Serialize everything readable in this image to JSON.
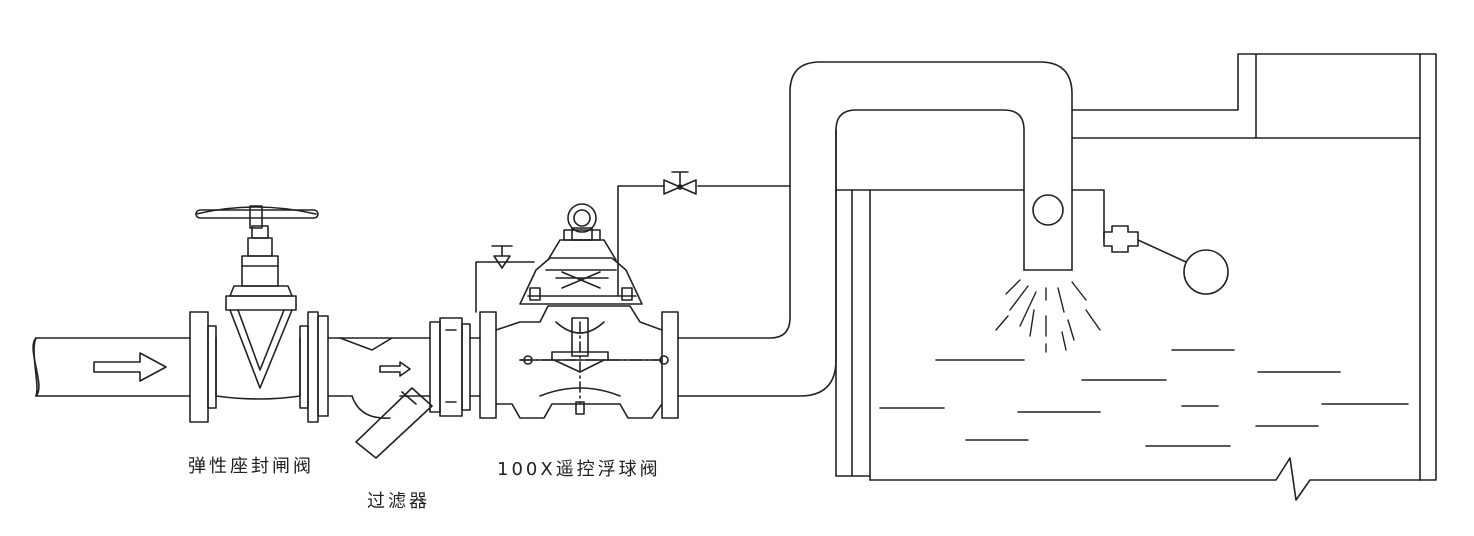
{
  "labels": {
    "gate_valve": "弹性座封闸阀",
    "filter": "过滤器",
    "float_valve": "100X遥控浮球阀"
  },
  "colors": {
    "stroke": "#222222",
    "background": "#ffffff"
  },
  "icons": {
    "flow_arrow": "arrow-right-icon",
    "handwheel": "handwheel-icon",
    "needle_valve": "needle-valve-icon",
    "float_ball": "float-ball-icon"
  }
}
